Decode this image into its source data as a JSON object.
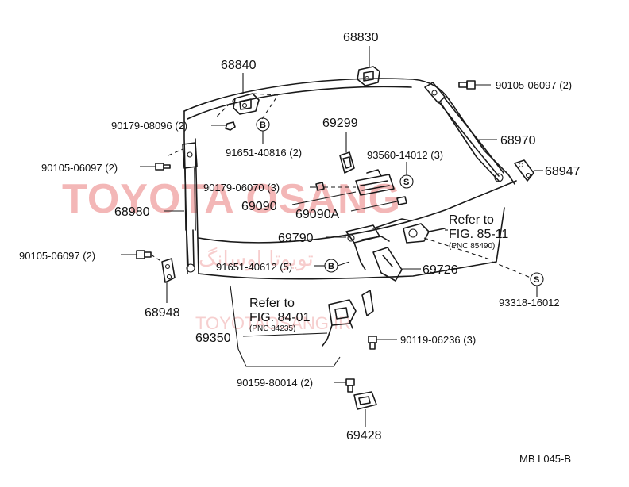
{
  "watermark": {
    "brand": "TOYOTA OSANG",
    "persian": "تویوتا اوسانگ",
    "url": "TOYOTAOSANG.IR"
  },
  "parts": {
    "p68830": "68830",
    "p68840": "68840",
    "p90105_top_right": "90105-06097 (2)",
    "p90179_08096": "90179-08096 (2)",
    "p91651_40816": "91651-40816 (2)",
    "p69299": "69299",
    "p68970": "68970",
    "p93560": "93560-14012 (3)",
    "p90105_left_top": "90105-06097 (2)",
    "p68947": "68947",
    "p90179_06070": "90179-06070 (3)",
    "p68980": "68980",
    "p69090": "69090",
    "p69090A": "69090A",
    "p69790": "69790",
    "p90105_left_bottom": "90105-06097 (2)",
    "p91651_40612": "91651-40612 (5)",
    "p69726": "69726",
    "p68948": "68948",
    "p93318": "93318-16012",
    "p69350": "69350",
    "p90119": "90119-06236 (3)",
    "p90159": "90159-80014 (2)",
    "p69428": "69428"
  },
  "refs": {
    "ref1_line1": "Refer to",
    "ref1_line2": "FIG. 85-11",
    "ref1_line3": "(PNC 85490)",
    "ref2_line1": "Refer to",
    "ref2_line2": "FIG. 84-01",
    "ref2_line3": "(PNC 84235)"
  },
  "symbols": {
    "bolt_b": "B",
    "screw_s": "S"
  },
  "footer": {
    "code": "MB  L045-B"
  }
}
